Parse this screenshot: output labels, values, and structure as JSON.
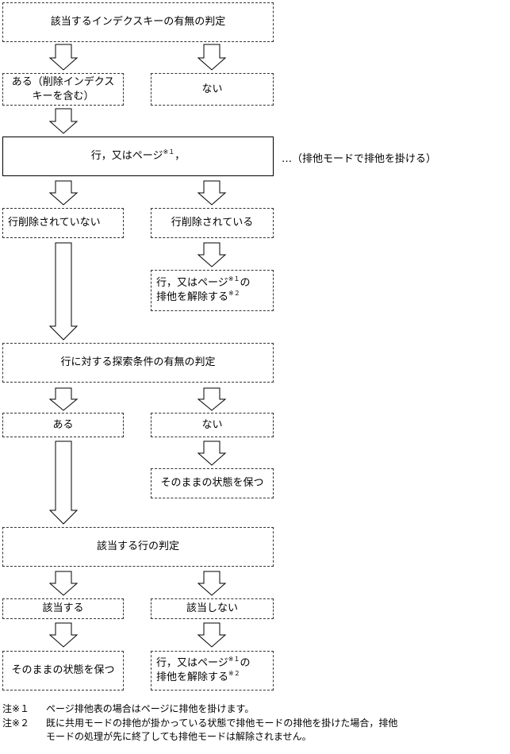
{
  "boxes": {
    "b1": "該当するインデクスキーの有無の判定",
    "b2a_l1": "ある（削除インデクス",
    "b2a_l2": "キーを含む）",
    "b2b": "ない",
    "b3_text": "行，又はページ",
    "b3_sup": "※１",
    "b3_tail": "，",
    "b3_side": "…（排他モードで排他を掛ける）",
    "b4a": "行削除されていない",
    "b4b": "行削除されている",
    "b5_l1": "行，又はページ",
    "b5_sup1": "※１",
    "b5_l1_tail": "の",
    "b5_l2": "排他を解除する",
    "b5_sup2": "※２",
    "b6": "行に対する探索条件の有無の判定",
    "b7a": "ある",
    "b7b": "ない",
    "b8b": "そのままの状態を保つ",
    "b9": "該当する行の判定",
    "b10a": "該当する",
    "b10b": "該当しない",
    "b11a": "そのままの状態を保つ",
    "b11b_l1": "行，又はページ",
    "b11b_sup1": "※１",
    "b11b_l1_tail": "の",
    "b11b_l2": "排他を解除する",
    "b11b_sup2": "※２"
  },
  "notes": {
    "n1_label": "注※１",
    "n1_text": "ページ排他表の場合はページに排他を掛けます。",
    "n2_label": "注※２",
    "n2_text_l1": "既に共用モードの排他が掛かっている状態で排他モードの排他を掛けた場合，排他",
    "n2_text_l2": "モードの処理が先に終了しても排他モードは解除されません。"
  }
}
